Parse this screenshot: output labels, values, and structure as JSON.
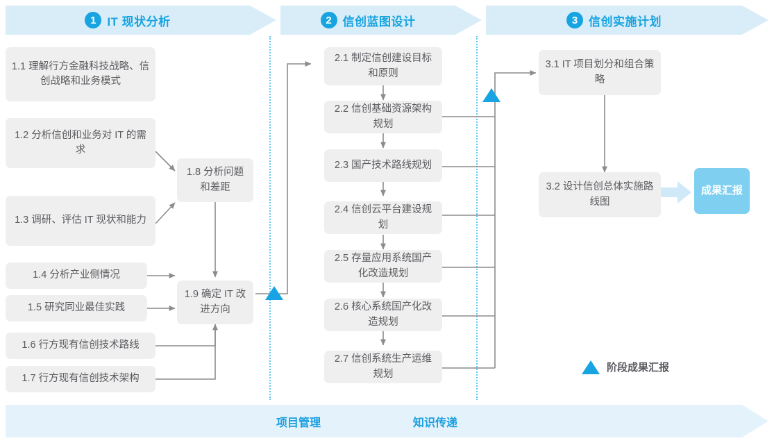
{
  "colors": {
    "accent": "#17a4e0",
    "band": "#d9edf9",
    "box_bg": "#efefef",
    "box_text": "#5b5b60",
    "badge_bg": "#7fd0f0",
    "bottom_band": "#e4f3fb",
    "divider": "#5ec7ef",
    "wire": "#8c8c8c"
  },
  "phases": [
    {
      "number": "1",
      "title": "IT 现状分析"
    },
    {
      "number": "2",
      "title": "信创蓝图设计"
    },
    {
      "number": "3",
      "title": "信创实施计划"
    }
  ],
  "phase1_tasks": [
    {
      "id": "1.1",
      "text": "1.1 理解行方金融科技战略、信创战略和业务模式"
    },
    {
      "id": "1.2",
      "text": "1.2 分析信创和业务对 IT 的需求"
    },
    {
      "id": "1.3",
      "text": "1.3 调研、评估 IT 现状和能力"
    },
    {
      "id": "1.4",
      "text": "1.4 分析产业侧情况"
    },
    {
      "id": "1.5",
      "text": "1.5 研究同业最佳实践"
    },
    {
      "id": "1.6",
      "text": "1.6 行方现有信创技术路线"
    },
    {
      "id": "1.7",
      "text": "1.7 行方现有信创技术架构"
    },
    {
      "id": "1.8",
      "text": "1.8 分析问题和差距"
    },
    {
      "id": "1.9",
      "text": "1.9 确定 IT 改进方向"
    }
  ],
  "phase2_tasks": [
    {
      "id": "2.1",
      "text": "2.1 制定信创建设目标和原则"
    },
    {
      "id": "2.2",
      "text": "2.2 信创基础资源架构规划"
    },
    {
      "id": "2.3",
      "text": "2.3 国产技术路线规划"
    },
    {
      "id": "2.4",
      "text": "2.4 信创云平台建设规划"
    },
    {
      "id": "2.5",
      "text": "2.5 存量应用系统国产化改造规划"
    },
    {
      "id": "2.6",
      "text": "2.6 核心系统国产化改造规划"
    },
    {
      "id": "2.7",
      "text": "2.7 信创系统生产运维规划"
    }
  ],
  "phase3_tasks": [
    {
      "id": "3.1",
      "text": "3.1 IT 项目划分和组合策略"
    },
    {
      "id": "3.2",
      "text": "3.2 设计信创总体实施路线图"
    }
  ],
  "result_badge": {
    "text": "成果汇报"
  },
  "legend": {
    "marker_icon": "blue-triangle-icon",
    "label": "阶段成果汇报"
  },
  "bottom_band": {
    "labels": [
      "项目管理",
      "知识传递"
    ]
  }
}
